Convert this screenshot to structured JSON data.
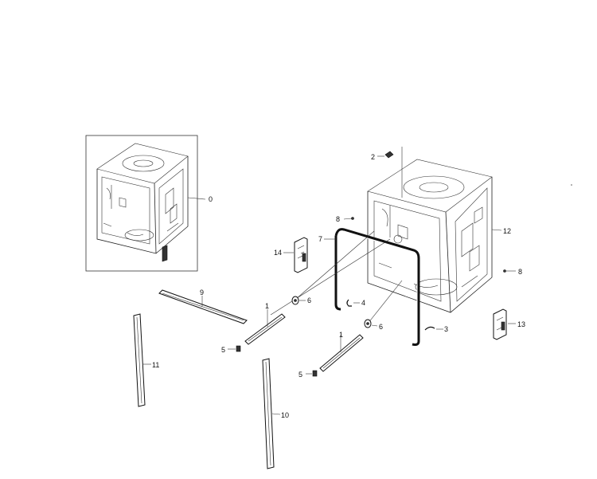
{
  "diagram": {
    "callouts": {
      "c0": "0",
      "c1a": "1",
      "c1b": "1",
      "c2": "2",
      "c3": "3",
      "c4": "4",
      "c5a": "5",
      "c5b": "5",
      "c6a": "6",
      "c6b": "6",
      "c7": "7",
      "c8a": "8",
      "c8b": "8",
      "c9": "9",
      "c10": "10",
      "c11": "11",
      "c12": "12",
      "c13": "13",
      "c14": "14"
    },
    "stroke_color": "#111111",
    "background_color": "#ffffff"
  }
}
